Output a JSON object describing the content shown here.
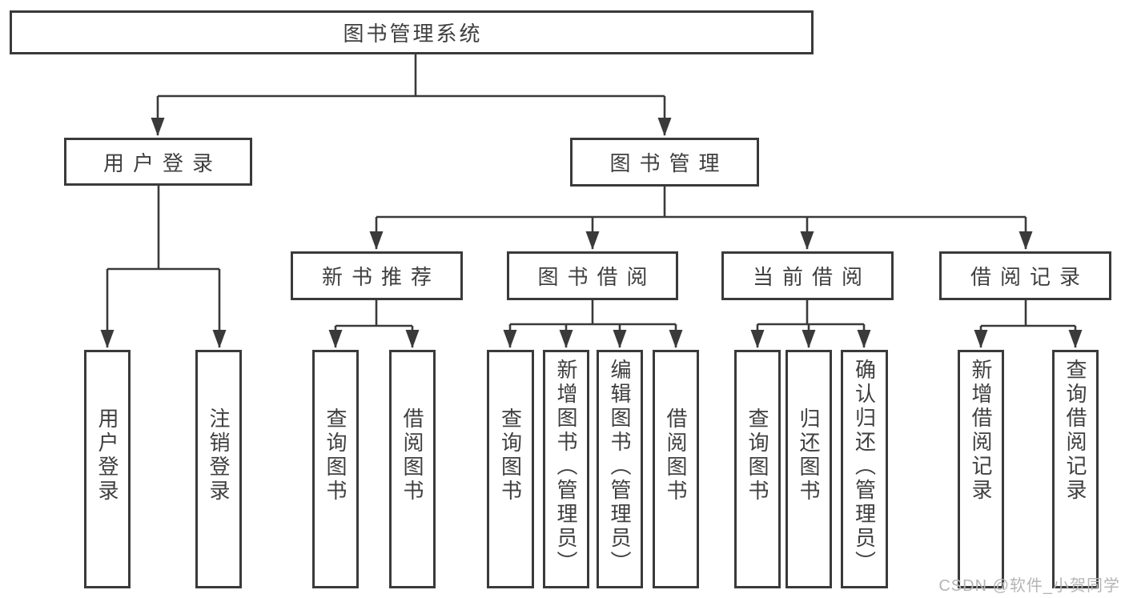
{
  "colors": {
    "line": "#3a3a3a",
    "text": "#3f3f3f",
    "watermark": "#b5b5b5",
    "bg": "#ffffff"
  },
  "watermark": {
    "text": "CSDN @软件_小贺同学"
  },
  "tree": {
    "label": "图书管理系统",
    "children": [
      {
        "label": "用户登录",
        "children": [
          {
            "label": "用户登录"
          },
          {
            "label": "注销登录"
          }
        ]
      },
      {
        "label": "图书管理",
        "children": [
          {
            "label": "新书推荐",
            "children": [
              {
                "label": "查询图书"
              },
              {
                "label": "借阅图书"
              }
            ]
          },
          {
            "label": "图书借阅",
            "children": [
              {
                "label": "查询图书"
              },
              {
                "label": "新增图书（管理员）"
              },
              {
                "label": "编辑图书（管理员）"
              },
              {
                "label": "借阅图书"
              }
            ]
          },
          {
            "label": "当前借阅",
            "children": [
              {
                "label": "查询图书"
              },
              {
                "label": "归还图书"
              },
              {
                "label": "确认归还（管理员）"
              }
            ]
          },
          {
            "label": "借阅记录",
            "children": [
              {
                "label": "新增借阅记录"
              },
              {
                "label": "查询借阅记录"
              }
            ]
          }
        ]
      }
    ]
  }
}
